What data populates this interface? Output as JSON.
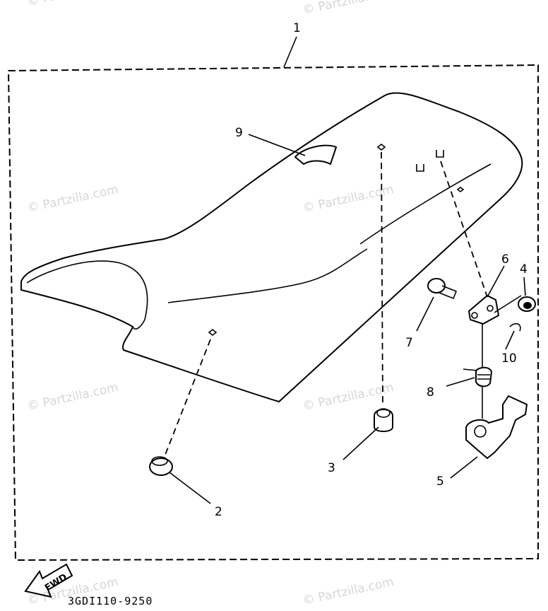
{
  "diagram_code": "3GDI110-9250",
  "fwd_label": "FWD",
  "watermark": "© Partzilla.com",
  "callouts": {
    "c1": "1",
    "c2": "2",
    "c3": "3",
    "c4": "4",
    "c5": "5",
    "c6": "6",
    "c7": "7",
    "c8": "8",
    "c9": "9",
    "c10": "10"
  }
}
